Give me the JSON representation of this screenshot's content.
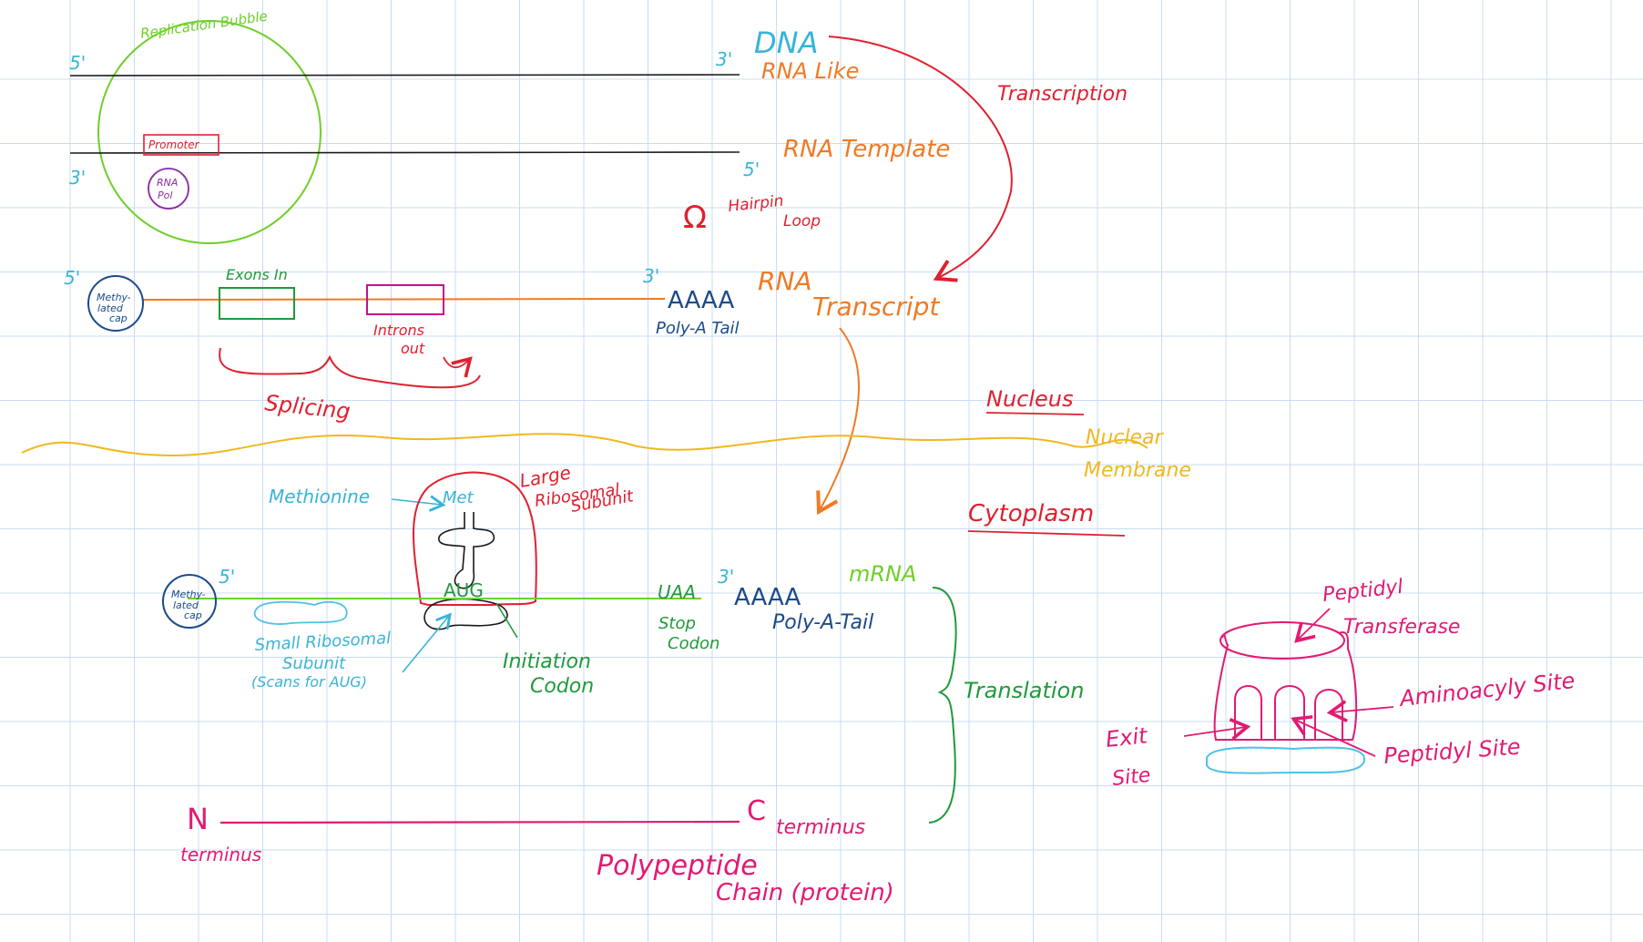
{
  "colors": {
    "grid": "#c8dcef",
    "black": "#1a1a1a",
    "cyan": "#3ab3d9",
    "orange": "#f07a24",
    "red": "#e0202f",
    "green": "#1f9a3a",
    "lime": "#6fcf2a",
    "purple": "#8a2ea0",
    "navy": "#1a4a8a",
    "magenta": "#e21a72",
    "yellow": "#f0b820",
    "lightblue": "#4ec0e8"
  },
  "labels": {
    "replication_bubble": "Replication Bubble",
    "five_prime": "5'",
    "three_prime": "3'",
    "dna": "DNA",
    "rna_like": "RNA Like",
    "rna_template": "RNA Template",
    "transcription": "Transcription",
    "promoter": "Promoter",
    "rna_pol_1": "RNA",
    "rna_pol_2": "Pol",
    "hairpin_symbol": "Ω",
    "hairpin_1": "Hairpin",
    "hairpin_2": "Loop",
    "methylated_cap_1": "Methy-",
    "methylated_cap_2": "lated",
    "methylated_cap_3": "cap",
    "exons_in": "Exons In",
    "introns_1": "Introns",
    "introns_2": "out",
    "aaaa": "AAAA",
    "poly_a_tail": "Poly-A Tail",
    "rna": "RNA",
    "transcript": "Transcript",
    "splicing": "Splicing",
    "nucleus": "Nucleus",
    "nuclear_1": "Nuclear",
    "nuclear_2": "Membrane",
    "methionine": "Methionine",
    "met": "Met",
    "large_sub_1": "Large",
    "large_sub_2": "Ribosomal",
    "large_sub_3": "Subunit",
    "cytoplasm": "Cytoplasm",
    "aug": "AUG",
    "uaa": "UAA",
    "stop_1": "Stop",
    "stop_2": "Codon",
    "mrna": "mRNA",
    "poly_a_tail_2": "Poly-A-Tail",
    "small_sub_1": "Small Ribosomal",
    "small_sub_2": "Subunit",
    "small_sub_3": "(Scans for AUG)",
    "init_1": "Initiation",
    "init_2": "Codon",
    "translation": "Translation",
    "n": "N",
    "n_terminus": "terminus",
    "c": "C",
    "c_terminus": "terminus",
    "polypeptide_1": "Polypeptide",
    "polypeptide_2": "Chain (protein)",
    "peptidyl_transferase_1": "Peptidyl",
    "peptidyl_transferase_2": "Transferase",
    "aminoacyl_site": "Aminoacyly Site",
    "exit_1": "Exit",
    "exit_2": "Site",
    "peptidyl_site": "Peptidyl Site"
  }
}
